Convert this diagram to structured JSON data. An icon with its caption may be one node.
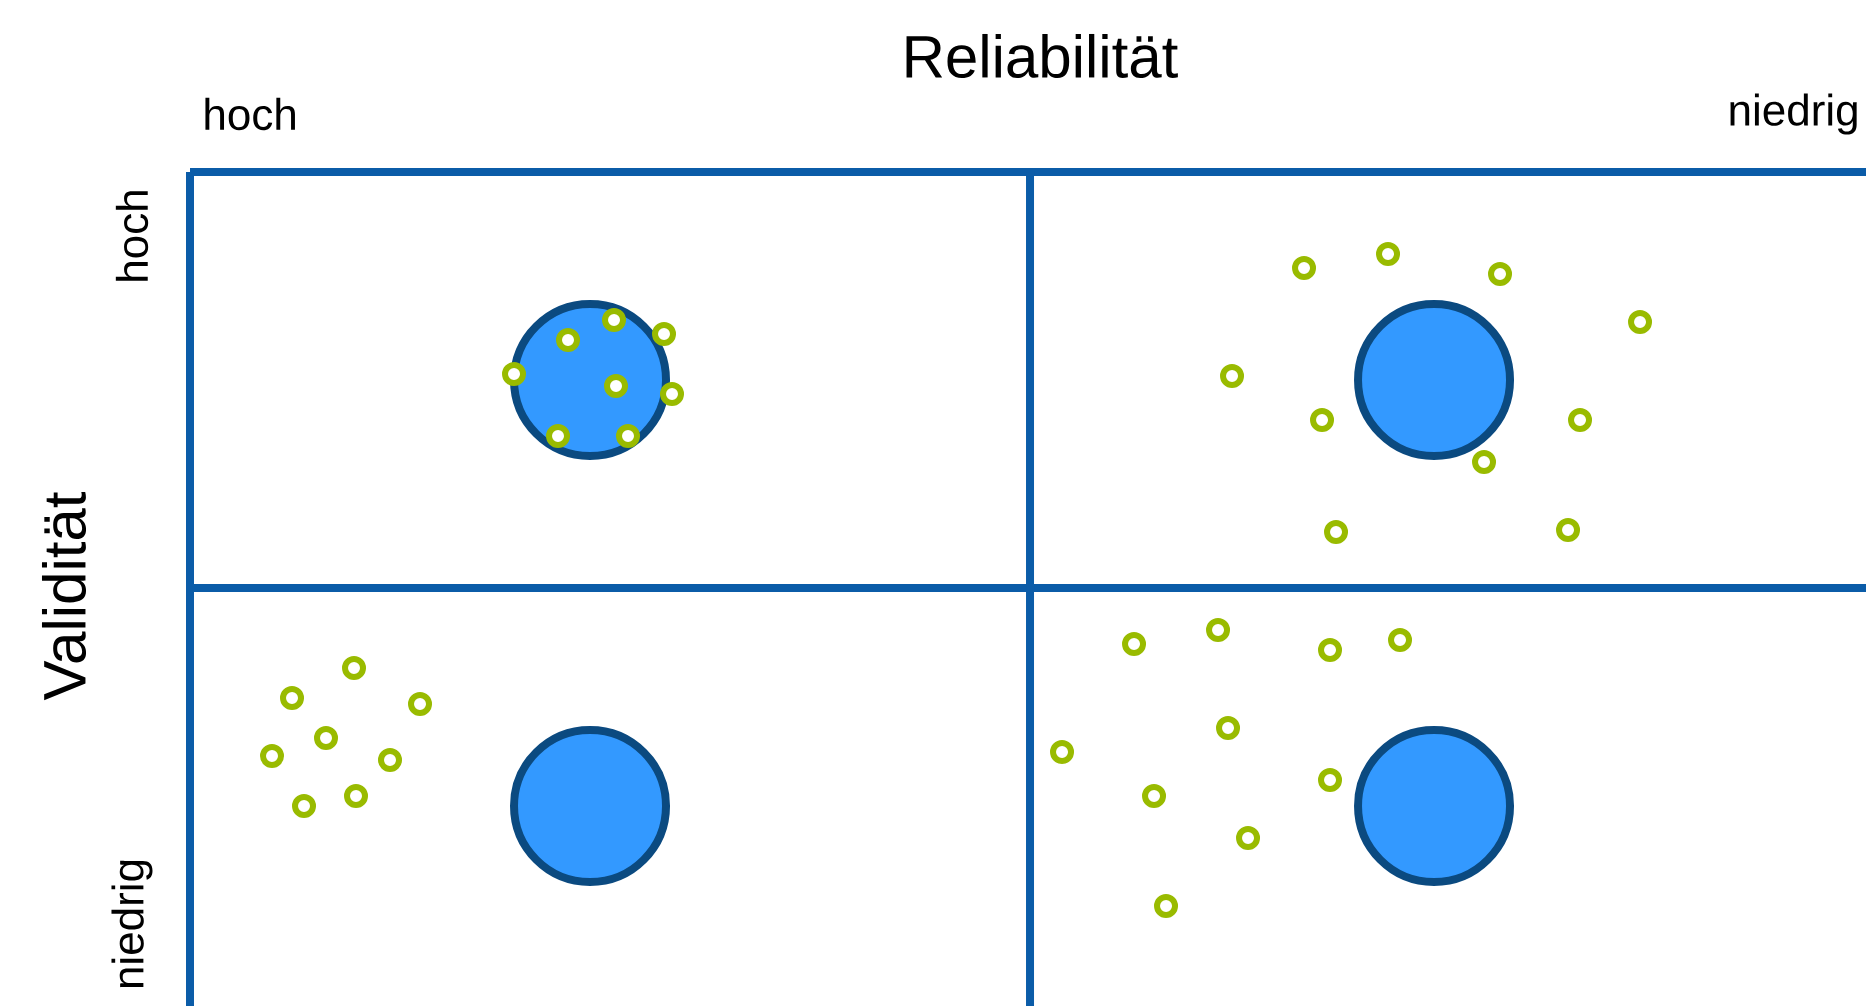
{
  "diagram": {
    "labels": [
      "Reliabilität",
      "hoch",
      "niedrig",
      "Validität",
      "hoch",
      "niedrig"
    ]
  }
}
